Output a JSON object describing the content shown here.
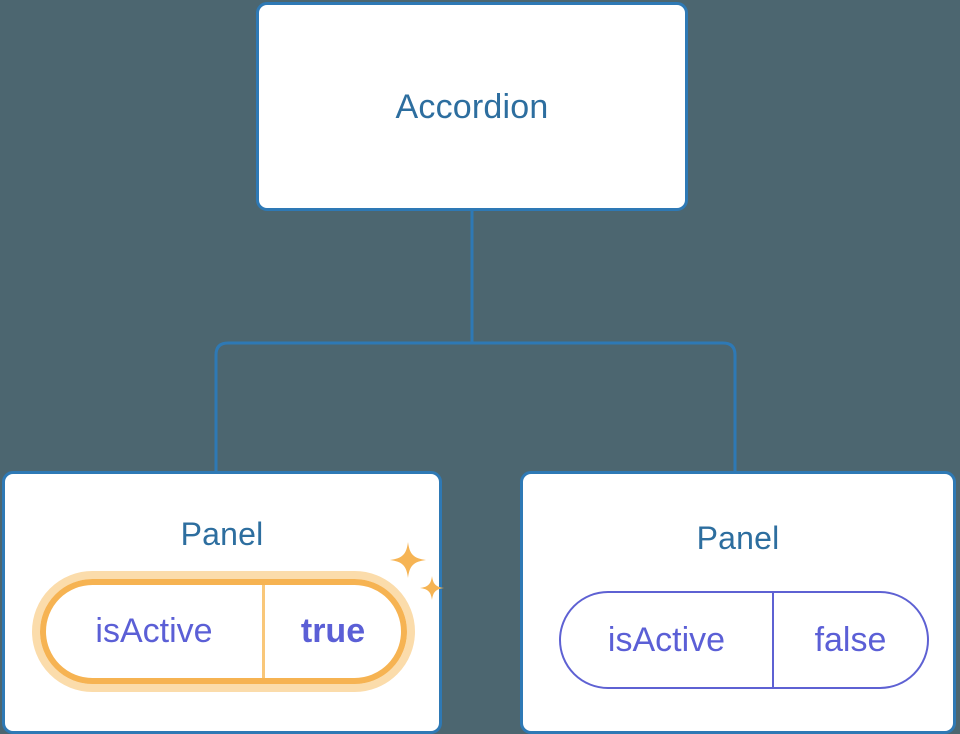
{
  "diagram": {
    "background_color": "#4c6670",
    "accent_blue": "#2e79b5",
    "title_blue": "#2d6e9f",
    "prop_purple": "#5b5fd6",
    "highlight_orange": "#f6b352",
    "highlight_glow": "#fbdcab",
    "root": {
      "label": "Accordion"
    },
    "children": [
      {
        "label": "Panel",
        "prop": {
          "key": "isActive",
          "value": "true"
        },
        "highlighted": true,
        "sparkle_icons": [
          "sparkle-large-icon",
          "sparkle-small-icon"
        ]
      },
      {
        "label": "Panel",
        "prop": {
          "key": "isActive",
          "value": "false"
        },
        "highlighted": false
      }
    ]
  }
}
